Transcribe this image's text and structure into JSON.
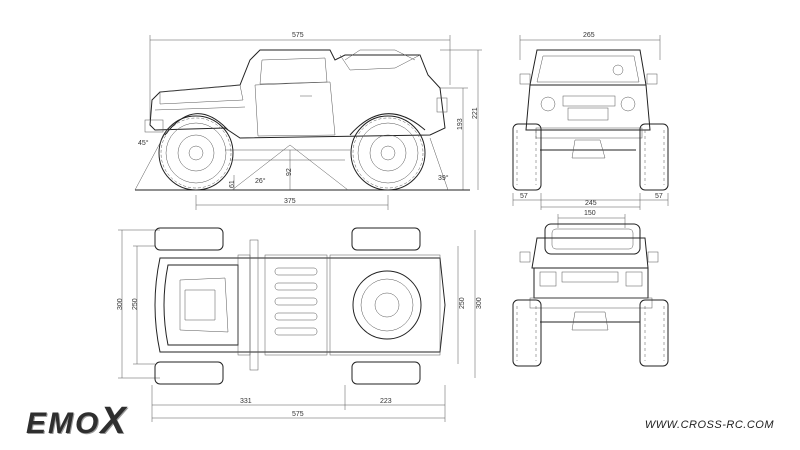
{
  "brand": {
    "name": "EMOX",
    "prefix": "EMO",
    "suffix": "X"
  },
  "website": "WWW.CROSS-RC.COM",
  "side_view": {
    "overall_length": "575",
    "height_total": "221",
    "height_body": "193",
    "wheelbase": "375",
    "ground_clearance": "92",
    "approach_clearance": "61",
    "approach_angle": "45°",
    "departure_angle": "39°",
    "breakover_angle": "26°"
  },
  "front_view": {
    "top_width": "265",
    "track_width": "245",
    "left_offset": "57",
    "right_offset": "57"
  },
  "top_view": {
    "overall_length": "575",
    "front_segment": "331",
    "rear_segment": "223",
    "width_outer": "300",
    "width_inner": "250",
    "width_rear_inner": "250",
    "width_rear_outer": "300"
  },
  "rear_view": {
    "top_width": "150"
  }
}
